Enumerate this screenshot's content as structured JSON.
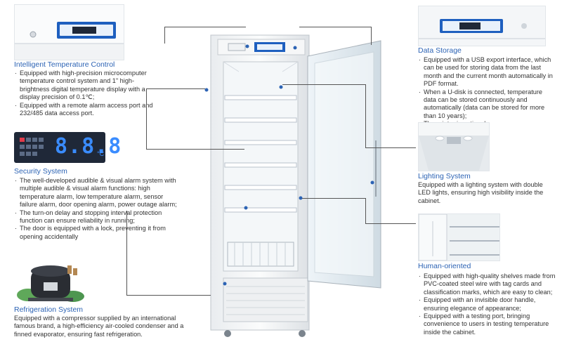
{
  "sections": {
    "temperature": {
      "title": "Intelligent Temperature Control",
      "items": [
        "Equipped with high-precision microcomputer temperature control system and 1\" high-brightness digital temperature display with a display precision of 0.1℃;",
        "Equipped with a remote alarm access port and 232/485 data access port."
      ]
    },
    "security": {
      "title": "Security System",
      "display_value": "8.8.8",
      "display_unit": "°C",
      "items": [
        "The well-developed audible & visual alarm system with multiple audible & visual alarm functions: high temperature alarm, low temperature alarm, sensor failure alarm, door opening alarm, power outage alarm;",
        "The turn-on delay and stopping interval protection function can ensure reliability in running;",
        "The door is equipped with a lock, preventing it from opening accidentally"
      ]
    },
    "refrigeration": {
      "title": "Refrigeration System",
      "text": "Equipped with a compressor supplied by an international famous brand, a high-efficiency air-cooled condenser and a finned evaporator, ensuring fast refrigeration."
    },
    "data_storage": {
      "title": "Data Storage",
      "items": [
        "Equipped with a USB export interface, which can be used for storing data from the last month and the current month automatically in PDF format.",
        "When a U-disk is connected, temperature data can be stored continuously and automatically (data can be stored for more than 10 years);",
        "The printer is optional."
      ]
    },
    "lighting": {
      "title": "Lighting System",
      "text": "Equipped with a lighting system with double LED lights, ensuring high visibility inside the cabinet."
    },
    "human": {
      "title": "Human-oriented",
      "items": [
        "Equipped with high-quality shelves made from PVC-coated steel wire with tag cards and classification marks, which are easy to clean;",
        "Equipped with an invisible door handle, ensuring elegance of appearance;",
        "Equipped with a testing port, bringing convenience to users in testing temperature inside the cabinet."
      ]
    }
  },
  "colors": {
    "title_blue": "#2c63b4",
    "panel_dark": "#1f2838",
    "display_blue": "#3a8cff"
  }
}
